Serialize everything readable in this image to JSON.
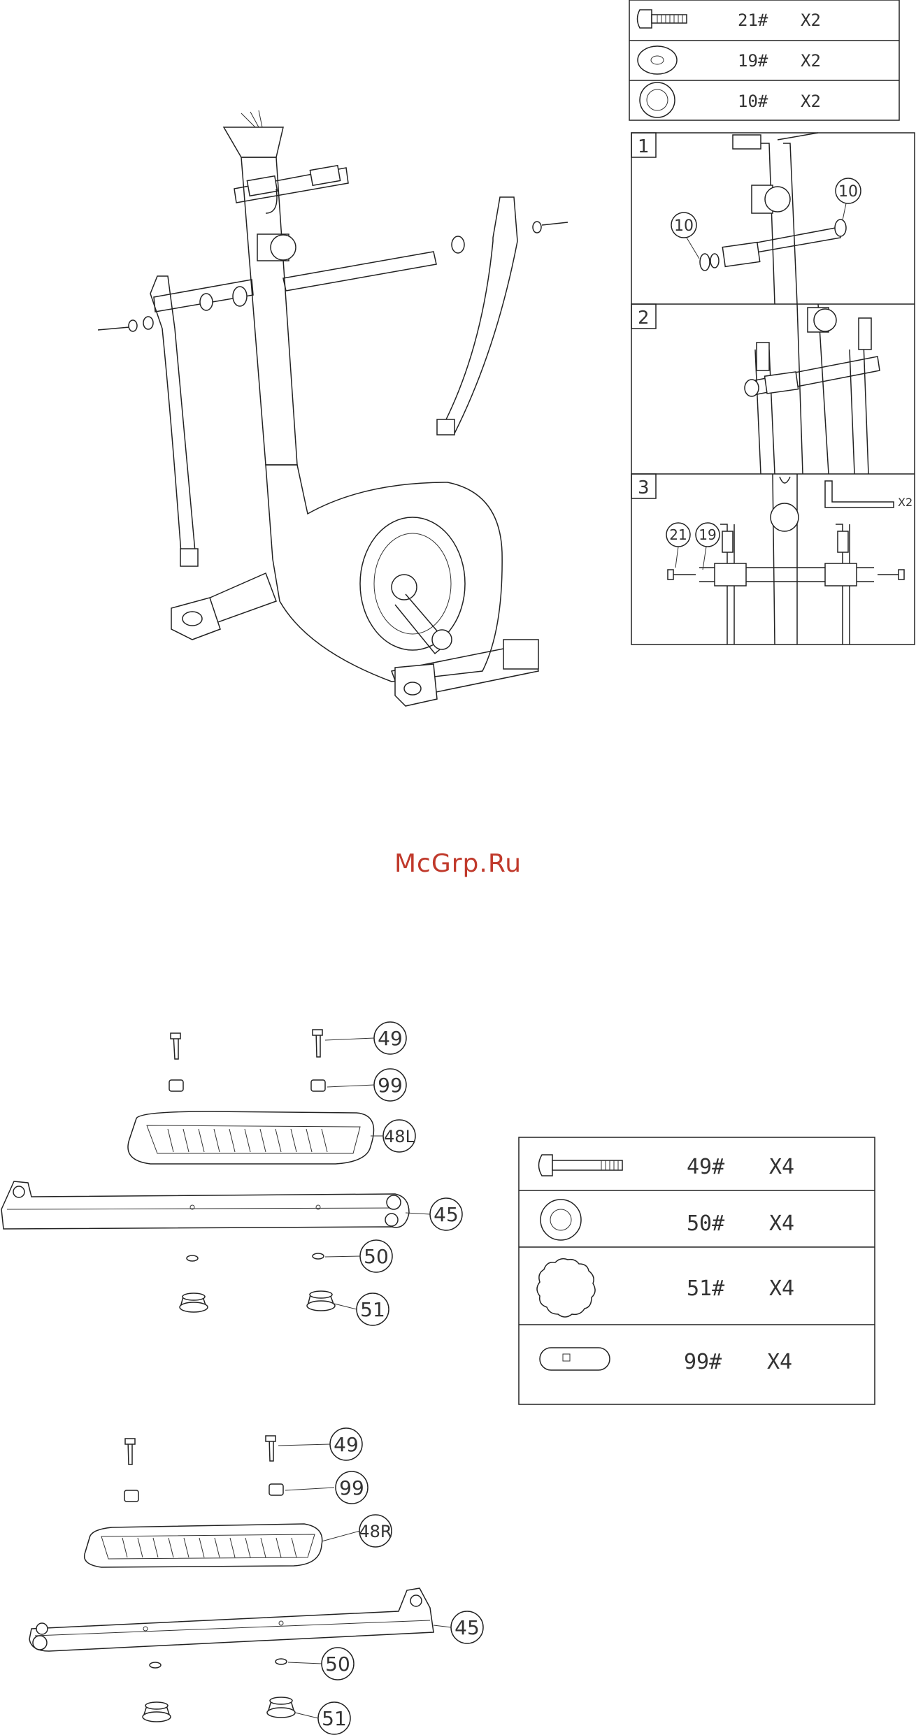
{
  "watermark": "McGrp.Ru",
  "top_parts_table": [
    {
      "part": "21#",
      "qty": "X2"
    },
    {
      "part": "19#",
      "qty": "X2"
    },
    {
      "part": "10#",
      "qty": "X2"
    }
  ],
  "steps": [
    {
      "number": "1",
      "callouts": [
        "10",
        "10"
      ]
    },
    {
      "number": "2"
    },
    {
      "number": "3",
      "callouts": [
        "21",
        "19"
      ],
      "tool_qty": "X2"
    }
  ],
  "foot_parts_table": [
    {
      "part": "49#",
      "qty": "X4"
    },
    {
      "part": "50#",
      "qty": "X4"
    },
    {
      "part": "51#",
      "qty": "X4"
    },
    {
      "part": "99#",
      "qty": "X4"
    }
  ],
  "left_assembly_callouts": [
    "49",
    "99",
    "48L",
    "45",
    "50",
    "51"
  ],
  "right_assembly_callouts": [
    "49",
    "99",
    "48R",
    "45",
    "50",
    "51"
  ]
}
